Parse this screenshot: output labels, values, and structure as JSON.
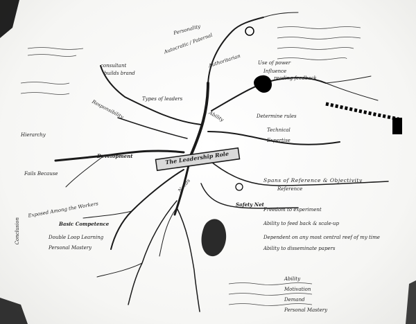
{
  "central_topic": "The Leadership Role",
  "branches": {
    "leadership_styles": {
      "label": "Autocratic / Paternal",
      "items": [
        "Authoritarian"
      ]
    },
    "sales": {
      "items": [
        "consultant",
        "builds brand"
      ]
    },
    "personality": {
      "items": [
        "Personality",
        "Types of leaders"
      ]
    },
    "influence": {
      "label": "Influence",
      "items": [
        "Use of power",
        "reading feedback"
      ]
    },
    "ability": {
      "label": "Ability",
      "items": [
        "Determine rules",
        "Technical",
        "Expertise"
      ]
    },
    "responsibility": {
      "label": "Responsibility"
    },
    "development": {
      "label": "Development",
      "items": [
        "Hierarchy",
        "Fails Because",
        "Exposed Among the Workers"
      ]
    },
    "needs": {
      "label": "Needs",
      "items": [
        "Basic Competence",
        "Double Loop Learning",
        "Personal Mastery"
      ]
    },
    "safety_net": {
      "label": "Safety Net",
      "items": [
        "Freedom to experiment",
        "Ability to feed back & scale-up",
        "Dependent on any most central reef of my time",
        "Ability to disseminate papers"
      ]
    },
    "spans": {
      "label": "Spans of Reference & Objectivity",
      "sub": "Reference"
    }
  },
  "margin_left": {
    "label": "Conclusion"
  },
  "footer_notes": [
    "Ability",
    "Motivation",
    "Demand",
    "Personal Mastery"
  ],
  "icons": [
    "ink-blot",
    "drop-shape",
    "star-diagram",
    "globe-sketch"
  ]
}
